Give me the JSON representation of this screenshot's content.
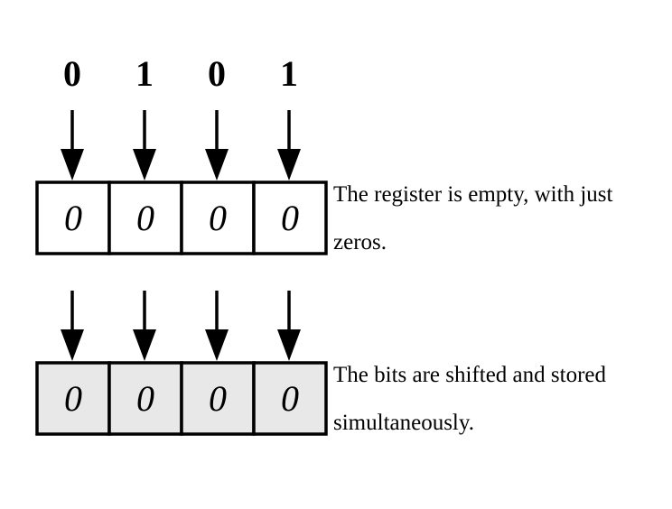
{
  "input_bits": [
    "0",
    "1",
    "0",
    "1"
  ],
  "registers": [
    {
      "cells": [
        "0",
        "0",
        "0",
        "0"
      ],
      "fill": "#ffffff",
      "caption": "The register is empty, with just zeros."
    },
    {
      "cells": [
        "0",
        "0",
        "0",
        "0"
      ],
      "fill": "#e8e8e8",
      "caption": "The bits are shifted and stored simultaneously."
    }
  ]
}
